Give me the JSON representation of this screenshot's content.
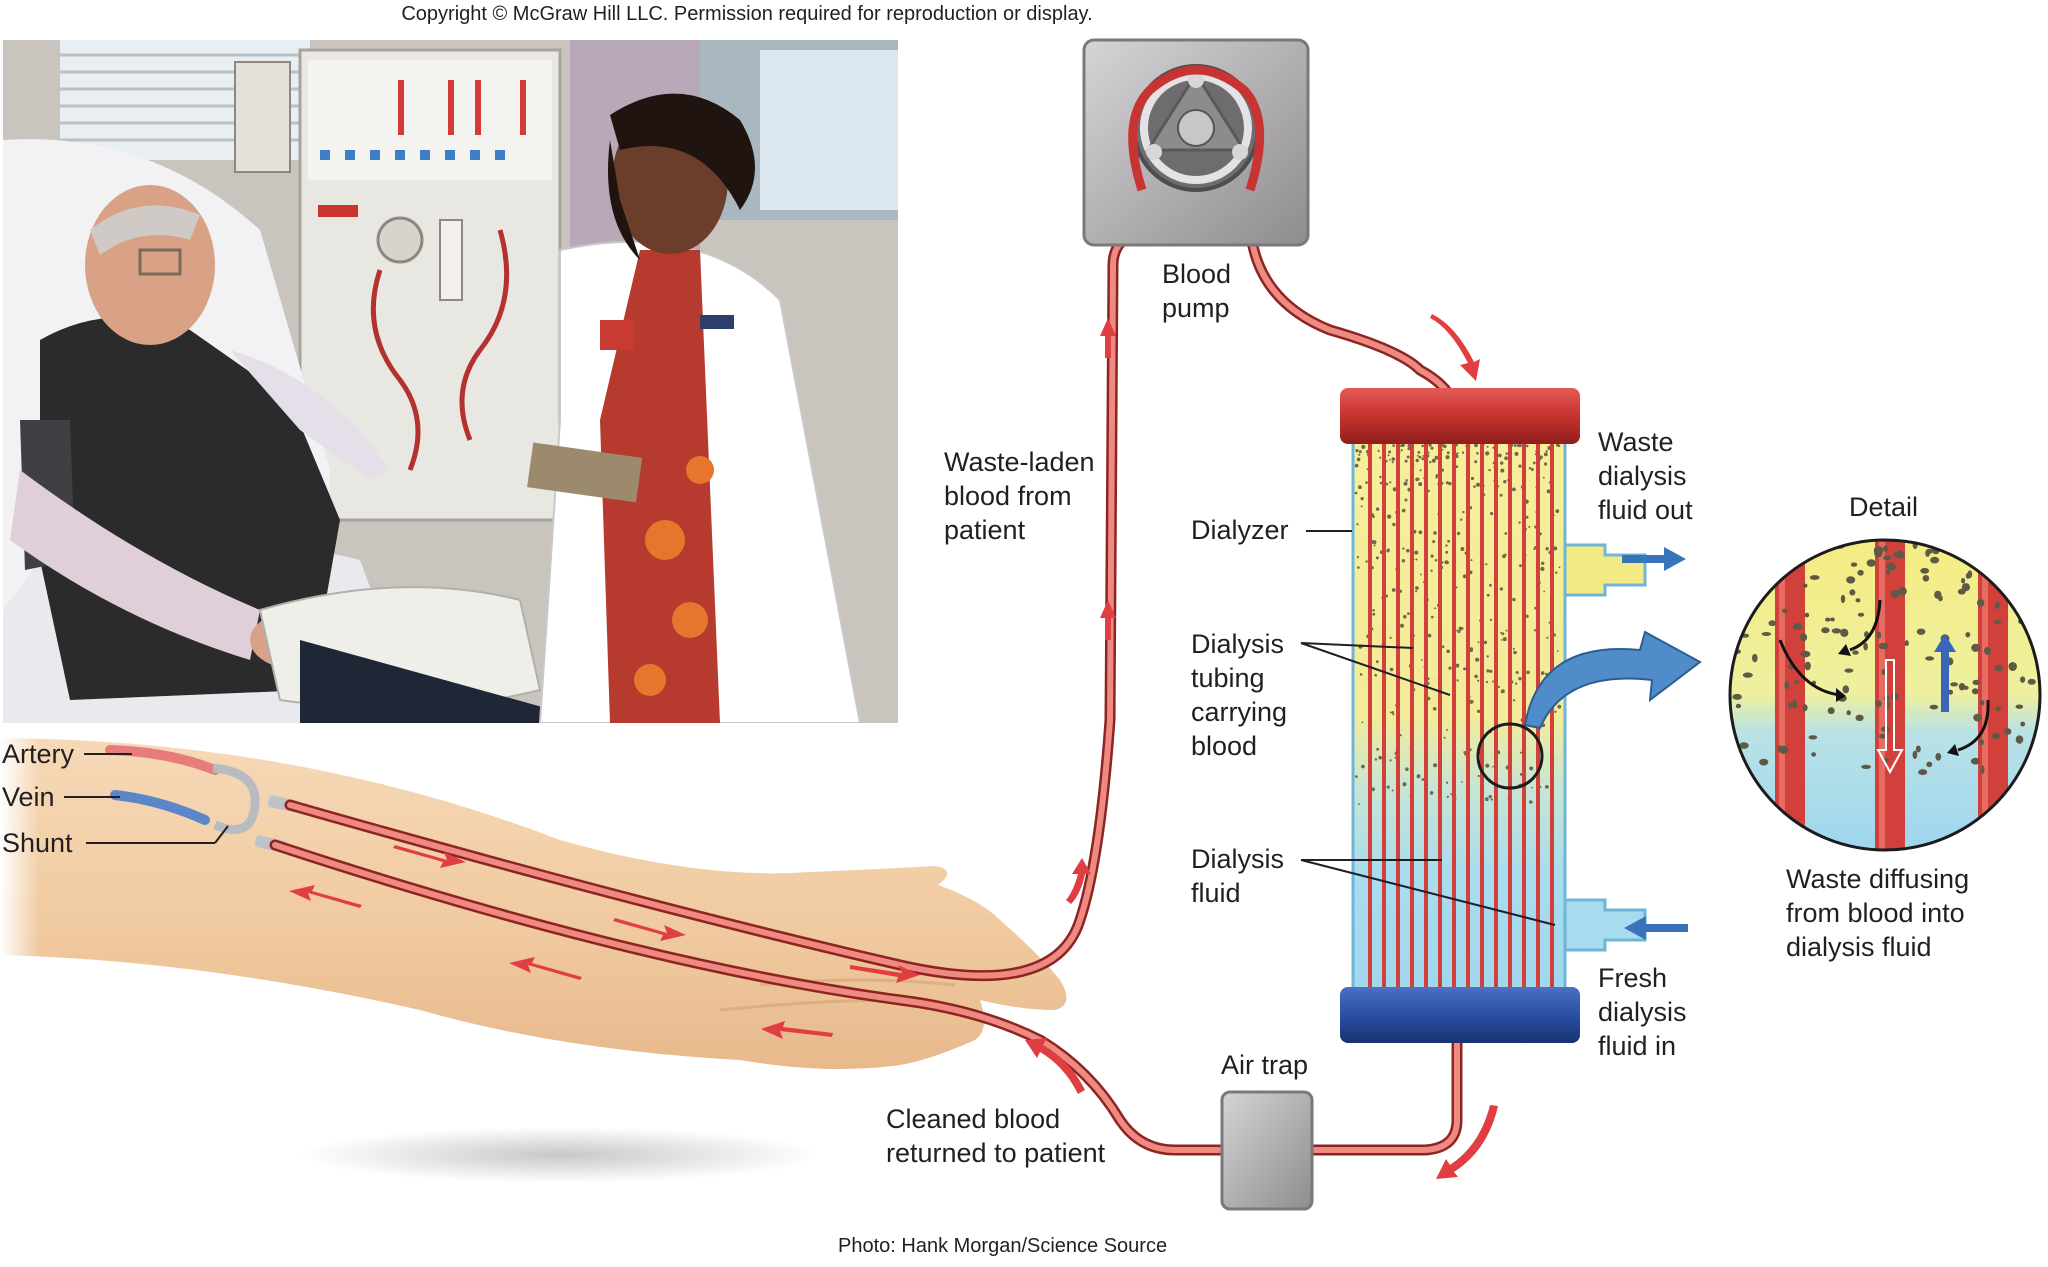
{
  "copyright": "Copyright © McGraw Hill LLC. Permission required for reproduction or display.",
  "photo_credit": "Photo: Hank Morgan/Science Source",
  "labels": {
    "blood_pump": "Blood\npump",
    "waste_laden": "Waste-laden\nblood from\npatient",
    "dialyzer": "Dialyzer",
    "dialysis_tubing": "Dialysis\ntubing\ncarrying\nblood",
    "dialysis_fluid": "Dialysis\nfluid",
    "waste_out": "Waste\ndialysis\nfluid out",
    "fresh_in": "Fresh\ndialysis\nfluid in",
    "detail": "Detail",
    "waste_diffusing": "Waste diffusing\nfrom blood into\ndialysis fluid",
    "air_trap": "Air trap",
    "cleaned_blood": "Cleaned blood\nreturned to patient",
    "artery": "Artery",
    "vein": "Vein",
    "shunt": "Shunt"
  },
  "colors": {
    "blood": "#d7393e",
    "dialysis_fluid_waste": "#f3ea86",
    "dialysis_fluid_fresh": "#a9dcef",
    "flow_arrow_blue": "#3a74b8",
    "cap_red": "#c8332f",
    "cap_blue": "#2b4fa3",
    "device_gray": "#b9b6b8"
  }
}
